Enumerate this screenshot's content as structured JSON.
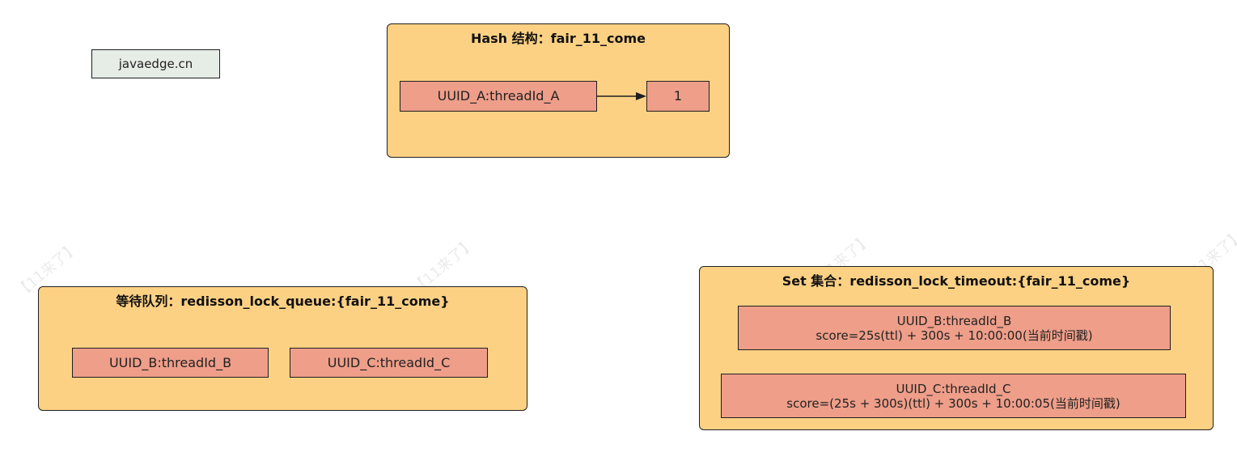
{
  "brand_label": "javaedge.cn",
  "hash_panel": {
    "title": "Hash 结构：fair_11_come",
    "key": "UUID_A:threadId_A",
    "value": "1"
  },
  "queue_panel": {
    "title": "等待队列：redisson_lock_queue:{fair_11_come}",
    "items": [
      "UUID_B:threadId_B",
      "UUID_C:threadId_C"
    ]
  },
  "set_panel": {
    "title": "Set 集合：redisson_lock_timeout:{fair_11_come}",
    "entries": [
      {
        "member": "UUID_B:threadId_B",
        "score": "score=25s(ttl) + 300s + 10:00:00(当前时间戳)"
      },
      {
        "member": "UUID_C:threadId_C",
        "score": "score=(25s + 300s)(ttl) + 300s + 10:00:05(当前时间戳)"
      }
    ]
  },
  "watermark": "【11来了】",
  "colors": {
    "panel_fill": "#fdd184",
    "item_fill": "#ee9e89",
    "brand_fill": "#e6ece6",
    "stroke": "#1f1f1f"
  }
}
